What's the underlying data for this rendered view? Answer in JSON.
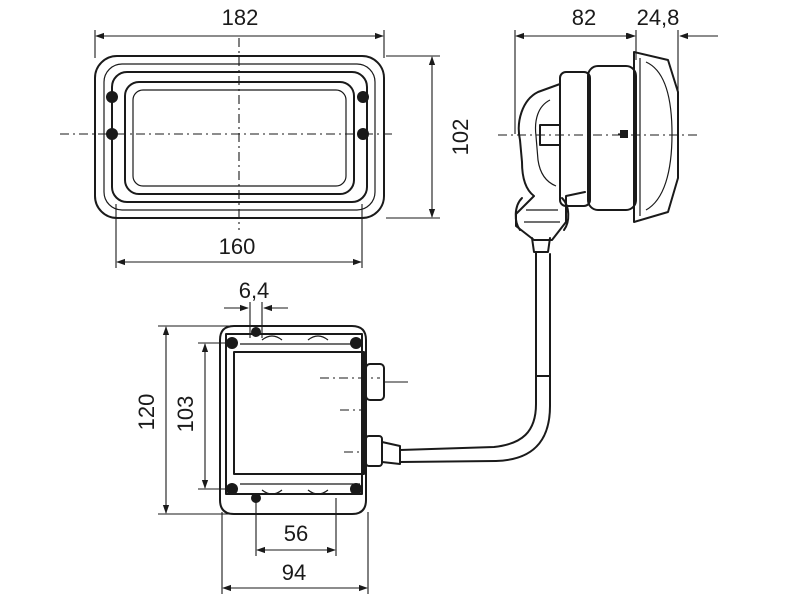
{
  "dimensions": {
    "lamp_width": "182",
    "lens_width": "160",
    "lamp_height": "102",
    "lamp_depth": "82",
    "rim_depth": "24,8",
    "hole_diameter": "6,4",
    "box_height": "120",
    "box_hole_spacing_v": "103",
    "box_hole_spacing_h": "56",
    "box_width": "94"
  }
}
